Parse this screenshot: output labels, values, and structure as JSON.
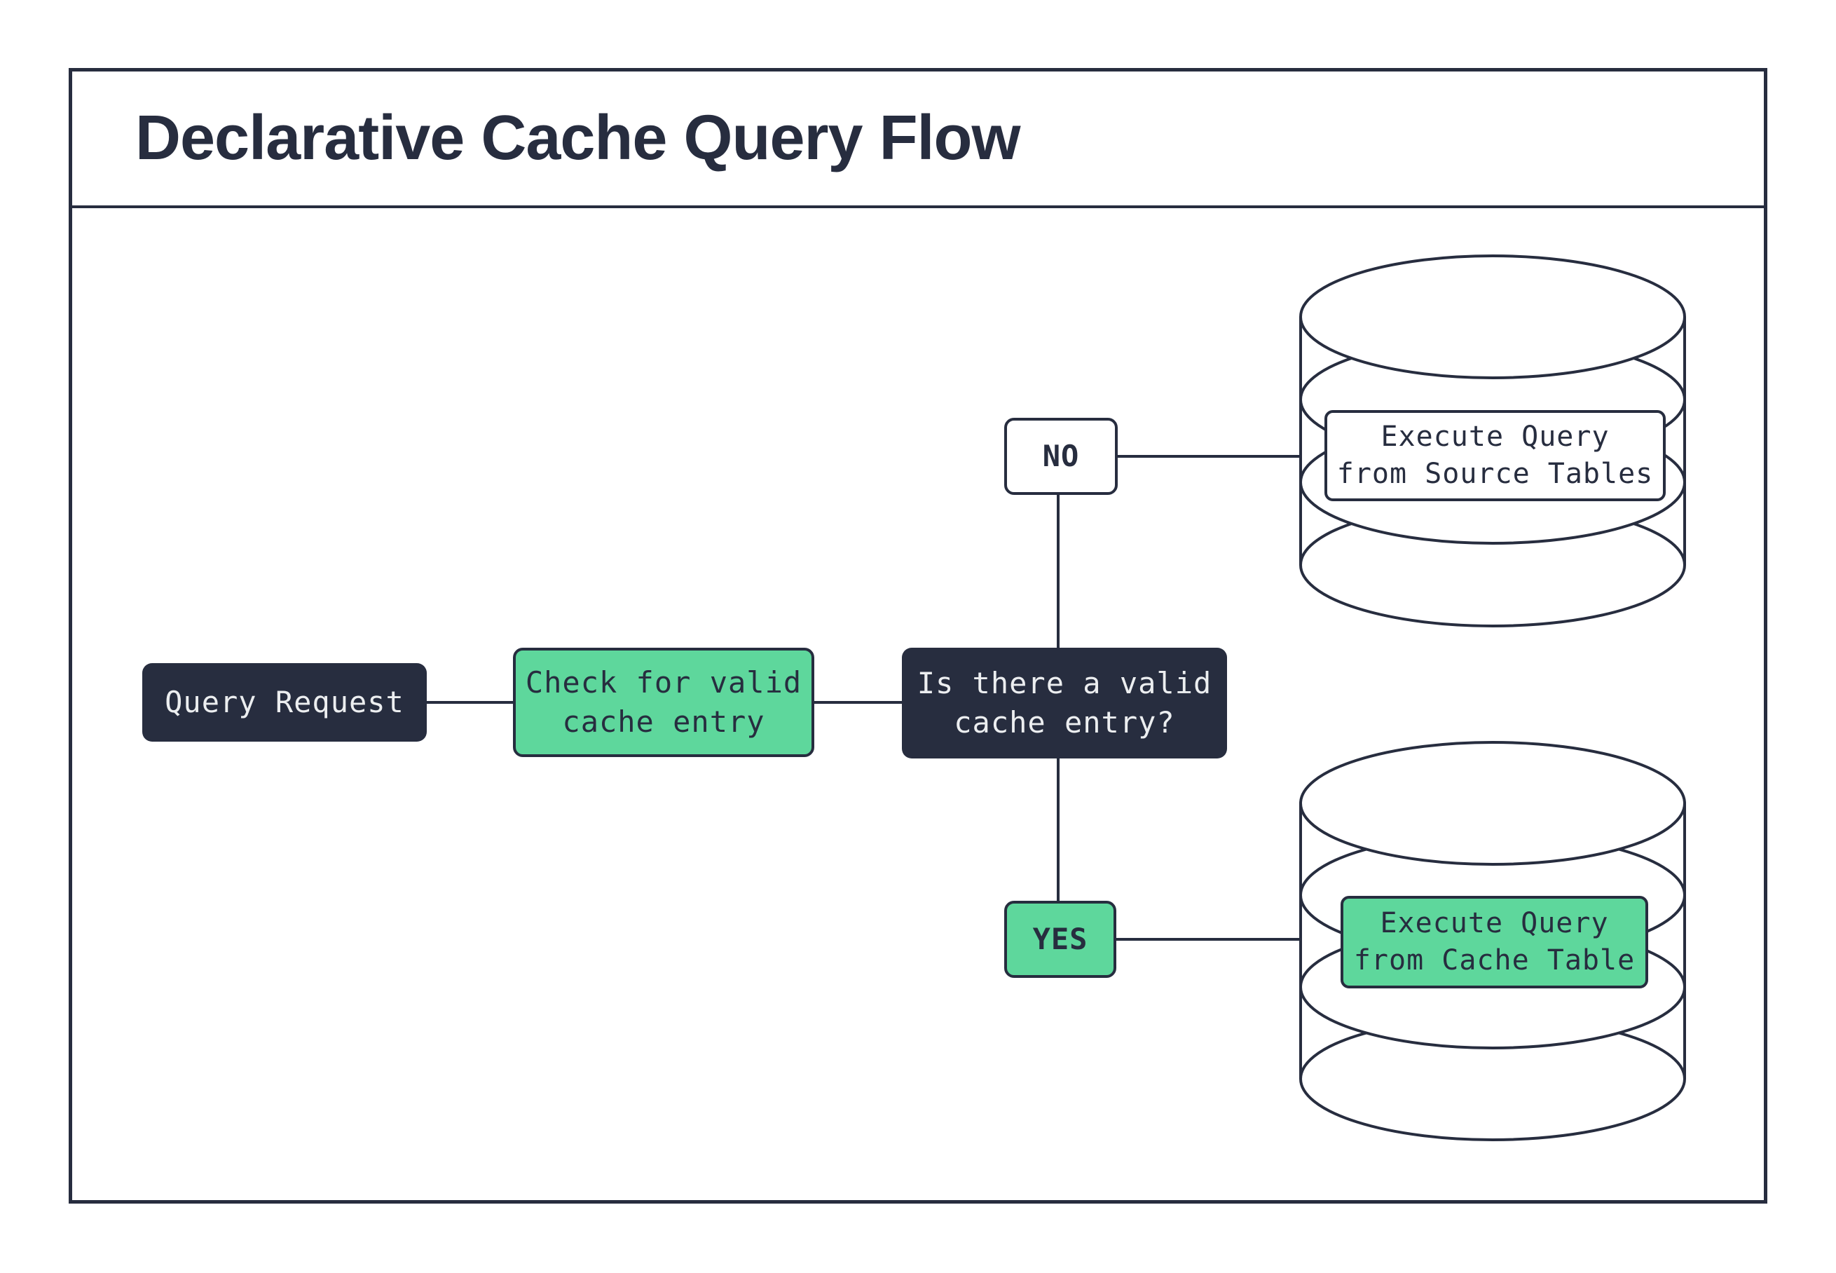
{
  "header": {
    "title": "Declarative Cache Query Flow"
  },
  "colors": {
    "ink": "#272d3f",
    "green": "#5ed79c",
    "paper": "#ffffff",
    "light_text": "#eceef0"
  },
  "flow": {
    "query_request": "Query Request",
    "check_cache": "Check for valid\ncache entry",
    "decision": "Is there a valid\ncache entry?",
    "branch_no": "NO",
    "branch_yes": "YES",
    "source_db": "Execute Query\nfrom Source Tables",
    "cache_db": "Execute Query\nfrom Cache Table"
  }
}
